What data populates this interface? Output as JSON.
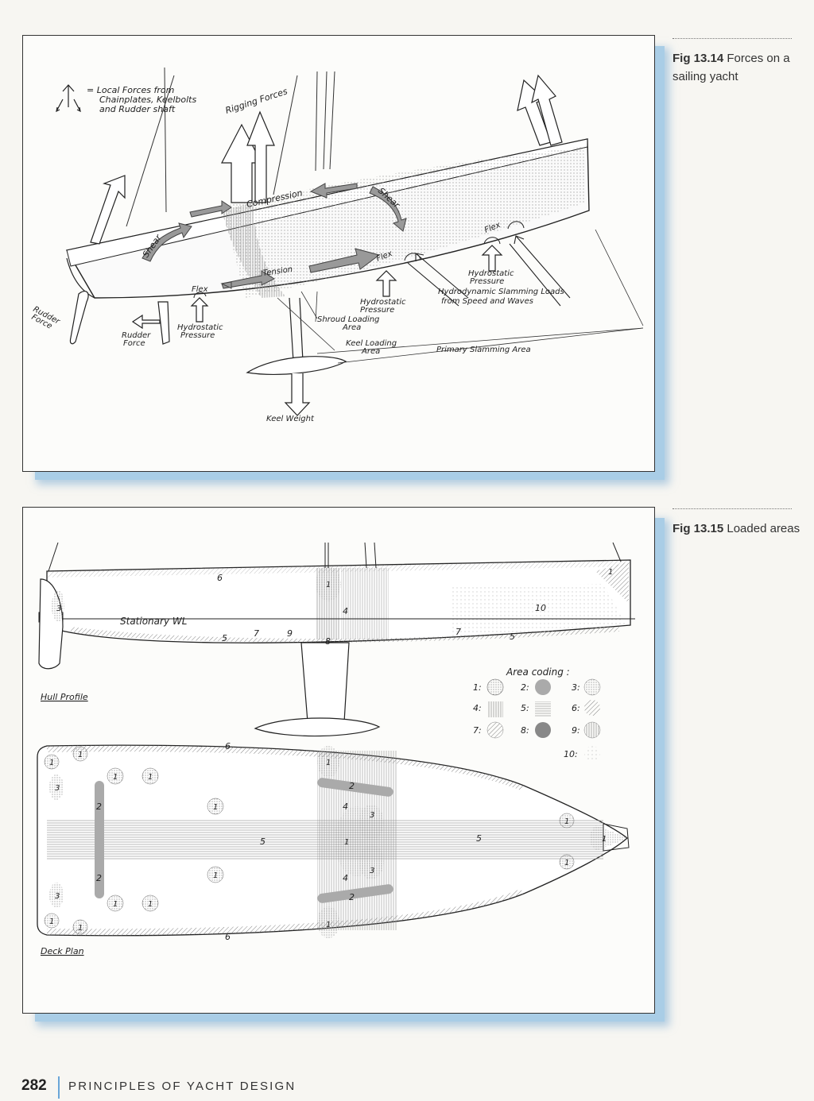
{
  "figures": [
    {
      "number": "Fig 13.14",
      "title": "Forces on a sailing yacht",
      "labels": {
        "legend_line1": "= Local Forces from",
        "legend_line2": "Chainplates, Keelbolts",
        "legend_line3": "and Rudder shaft",
        "rigging_forces": "Rigging Forces",
        "compression": "Compression",
        "shear_bow": "Shear",
        "shear_stern": "Shear",
        "tension": "Tension",
        "flex_stern": "Flex",
        "flex_mid": "Flex",
        "flex_bow": "Flex",
        "hydrostatic_bow_1": "Hydrostatic",
        "hydrostatic_bow_2": "Pressure",
        "hydrodynamic_1": "Hydrodynamic Slamming Loads",
        "hydrodynamic_2": "from Speed and Waves",
        "hydrostatic_mid_1": "Hydrostatic",
        "hydrostatic_mid_2": "Pressure",
        "shroud_1": "Shroud Loading",
        "shroud_2": "Area",
        "keel_load_1": "Keel Loading",
        "keel_load_2": "Area",
        "primary_slamming": "Primary Slamming Area",
        "rudder_force_a_1": "Rudder",
        "rudder_force_a_2": "Force",
        "rudder_force_b_1": "Rudder",
        "rudder_force_b_2": "Force",
        "hydrostatic_aft_1": "Hydrostatic",
        "hydrostatic_aft_2": "Pressure",
        "keel_weight": "Keel Weight"
      }
    },
    {
      "number": "Fig 13.15",
      "title": "Loaded areas",
      "labels": {
        "stationary_wl": "Stationary WL",
        "hull_profile": "Hull Profile",
        "deck_plan": "Deck Plan",
        "area_coding": "Area coding :",
        "codes": [
          "1:",
          "2:",
          "3:",
          "4:",
          "5:",
          "6:",
          "7:",
          "8:",
          "9:",
          "10:"
        ],
        "n1": "1",
        "n2": "2",
        "n3": "3",
        "n4": "4",
        "n5": "5",
        "n6": "6",
        "n7": "7",
        "n8": "8",
        "n9": "9",
        "n10": "10"
      }
    }
  ],
  "footer": {
    "page_number": "282",
    "book_title": "PRINCIPLES OF YACHT DESIGN"
  }
}
